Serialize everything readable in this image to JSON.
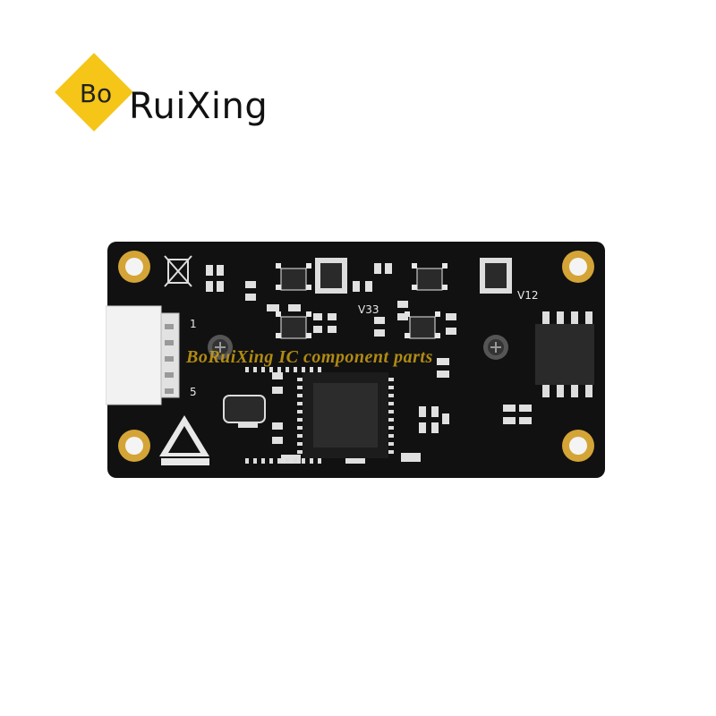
{
  "brand": {
    "mark": "Bo",
    "name": "RuiXing",
    "accent_color": "#f5c518"
  },
  "board": {
    "pcb_color": "#111111",
    "pad_color": "#d4a437",
    "silkscreen": {
      "v33": "V33",
      "v12": "V12",
      "pin1": "1",
      "pin5": "5"
    }
  },
  "watermark": {
    "text": "BoRuiXing IC component parts"
  }
}
